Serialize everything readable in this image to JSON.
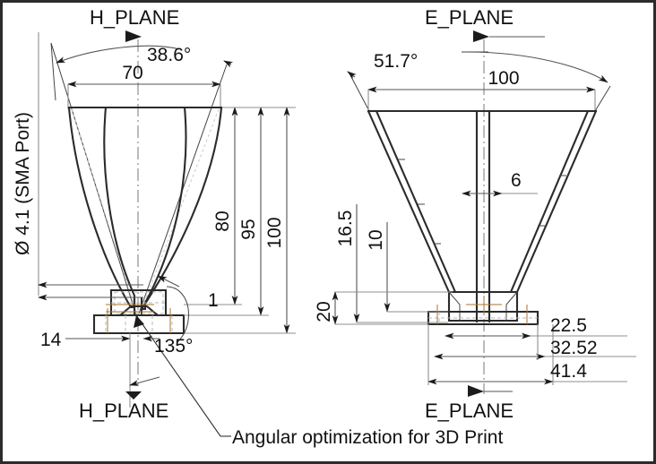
{
  "drawing": {
    "title": "Dual-view horn antenna dimensioned engineering drawing",
    "caption": "Angular optimization for 3D Print",
    "units_note": "",
    "colors": {
      "line": "#2b2b2b",
      "dimension": "#555555",
      "extension": "#8f8f8f",
      "hidden": "#b9b9b9",
      "centerline": "#777777",
      "axis_marker": "#a8762f",
      "text": "#111111",
      "background": "#ffffff"
    }
  },
  "views": {
    "left": {
      "name": "H-plane section view",
      "top_label": "H_PLANE",
      "bottom_label": "H_PLANE",
      "flare_angle": "38.6°",
      "aperture_width": "70",
      "heights": [
        "80",
        "95",
        "100"
      ],
      "wall_offset": "1",
      "flange_width": "14",
      "chamfer_angle": "135°",
      "port_label": "Ø 4.1 (SMA Port)"
    },
    "right": {
      "name": "E-plane section view",
      "top_label": "E_PLANE",
      "bottom_label": "E_PLANE",
      "flare_angle": "51.7°",
      "aperture_width": "100",
      "throat_width": "6",
      "heights": [
        "16.5",
        "10",
        "20"
      ],
      "base_widths": [
        "22.5",
        "32.52",
        "41.4"
      ]
    }
  },
  "annotations": {
    "callout": "Angular optimization for 3D Print"
  },
  "icons": {
    "section_arrow": "section-arrow-icon",
    "dimension_arrow": "dimension-arrow-icon",
    "diameter_symbol": "Ø"
  }
}
